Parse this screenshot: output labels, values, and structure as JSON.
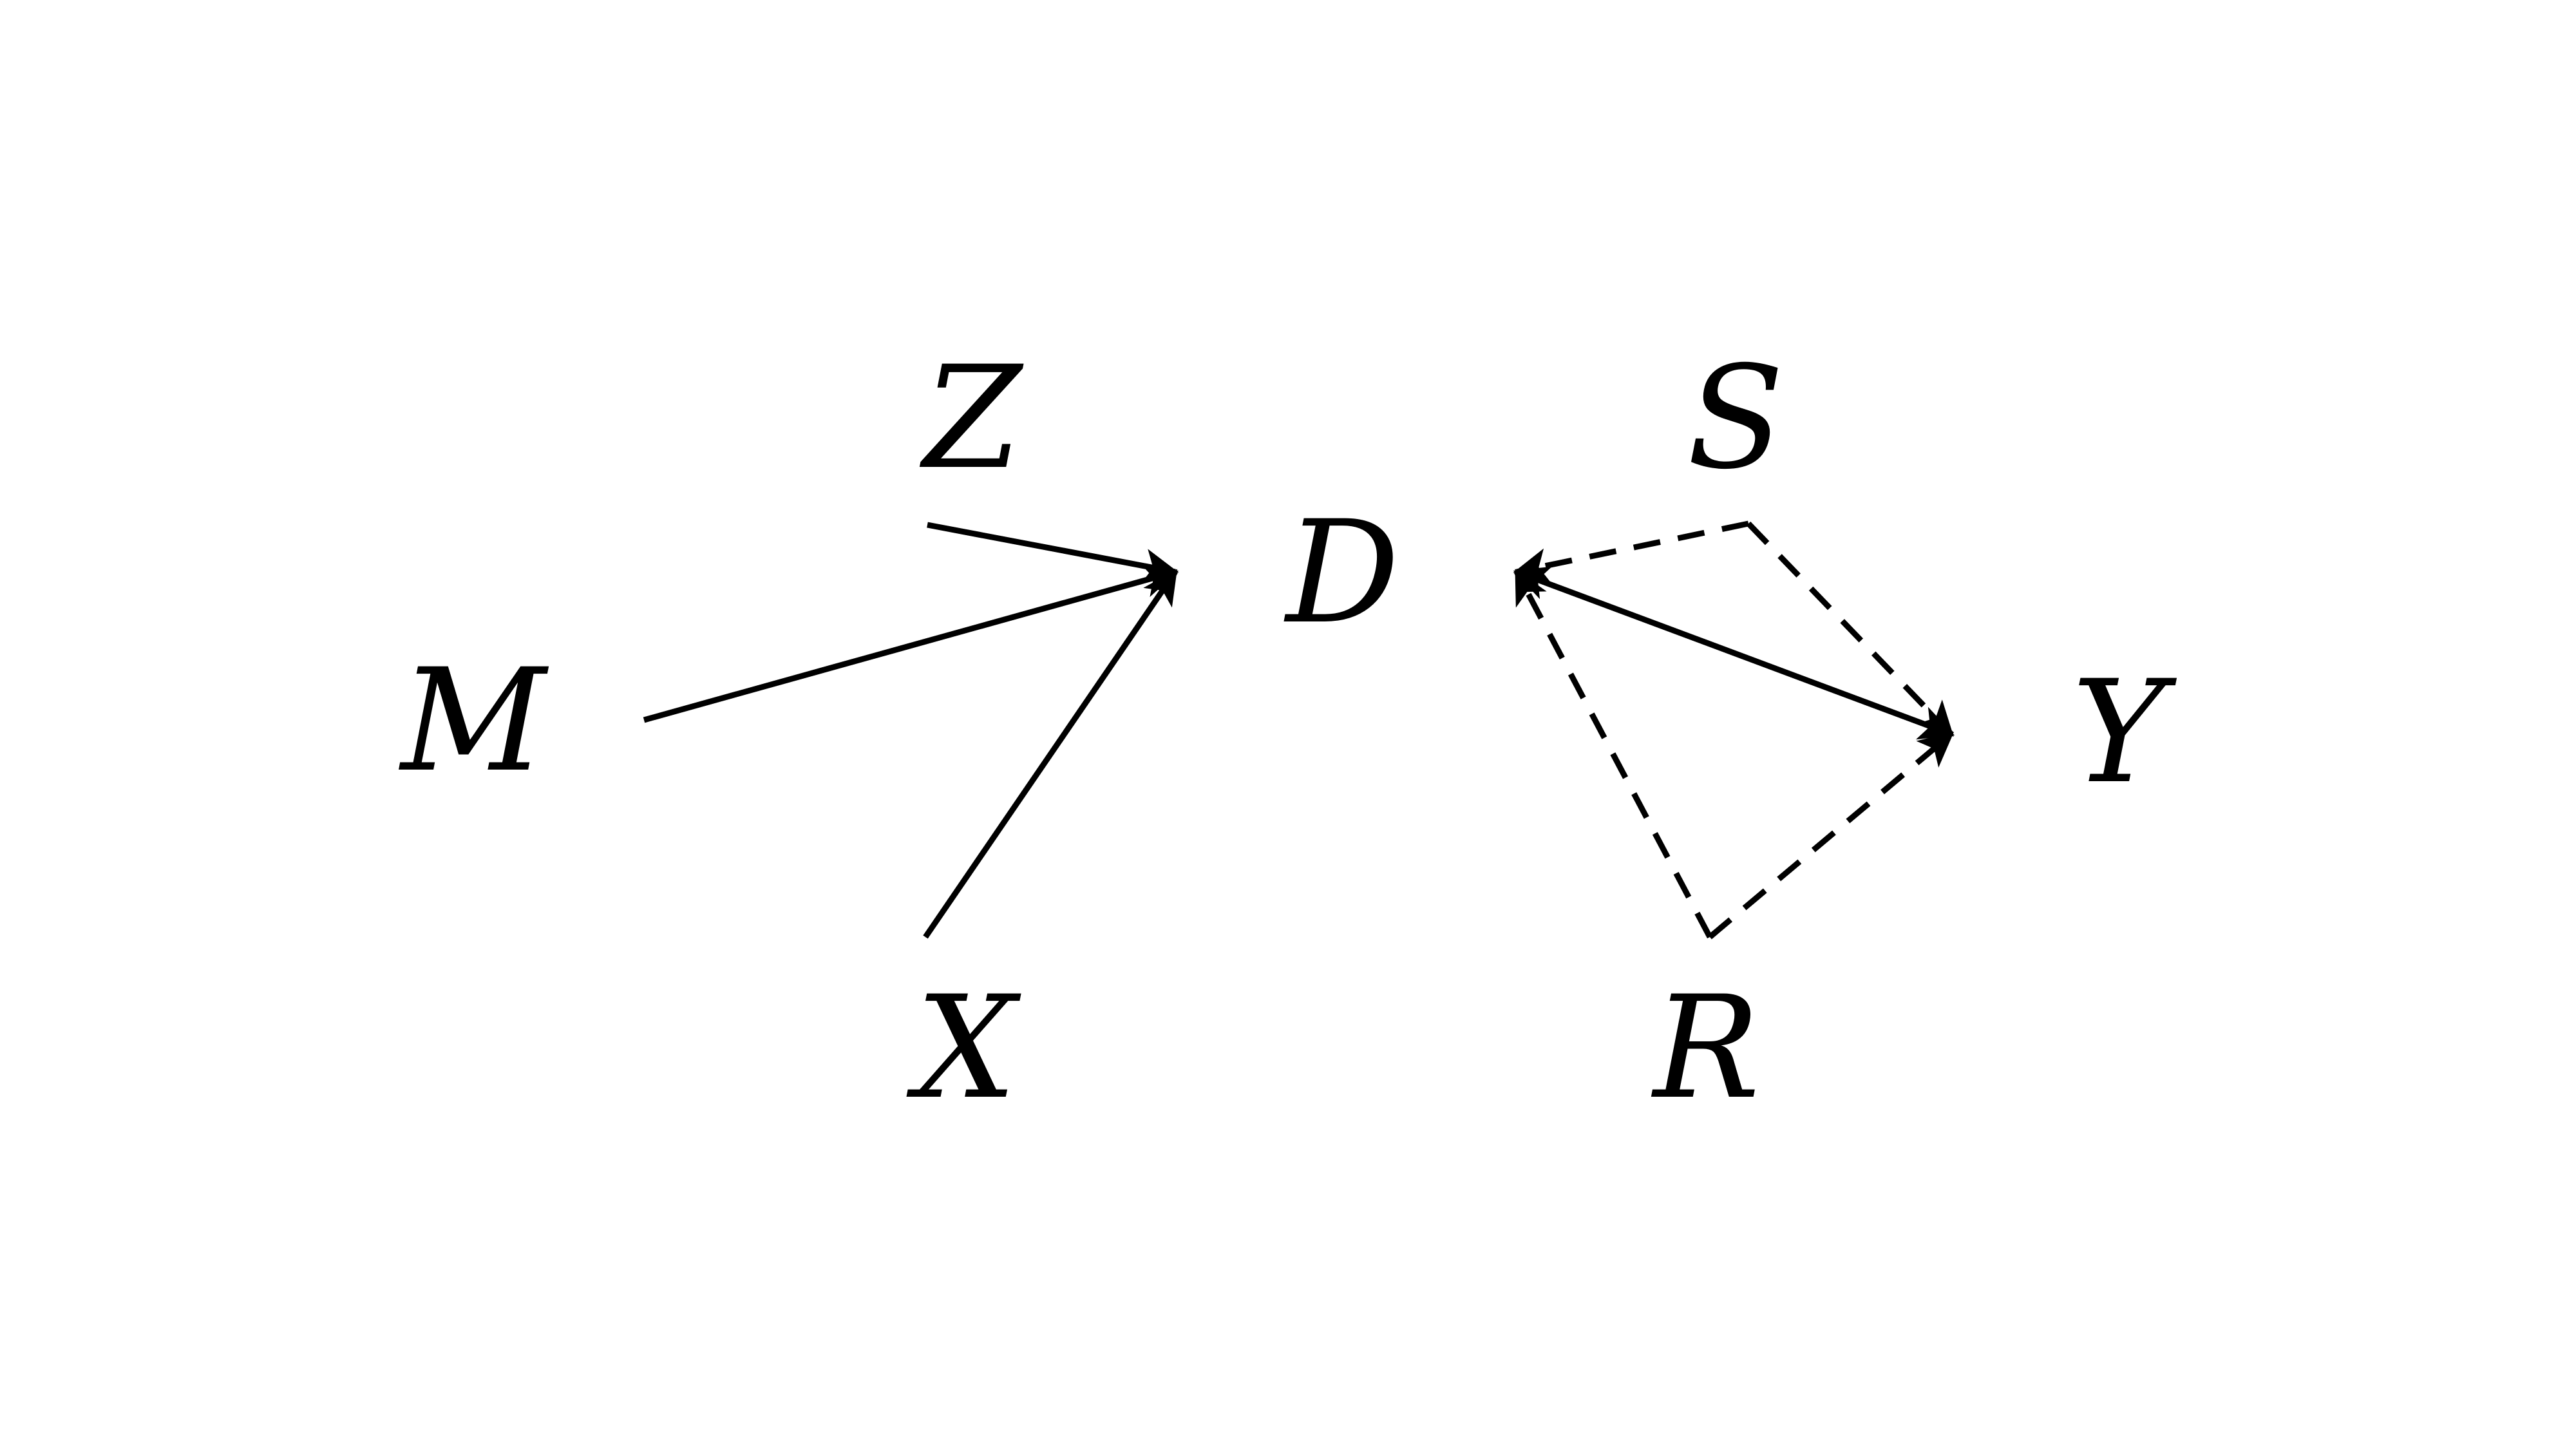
{
  "diagram": {
    "nodes": {
      "z": "Z",
      "m": "M",
      "x": "X",
      "d": "D",
      "s": "S",
      "y": "Y",
      "r": "R"
    },
    "edges": [
      {
        "from": "Z",
        "to": "D",
        "style": "solid"
      },
      {
        "from": "M",
        "to": "D",
        "style": "solid"
      },
      {
        "from": "X",
        "to": "D",
        "style": "solid"
      },
      {
        "from": "D",
        "to": "Y",
        "style": "solid",
        "bidirectional": true
      },
      {
        "from": "S",
        "to": "D",
        "style": "dashed"
      },
      {
        "from": "S",
        "to": "Y",
        "style": "dashed"
      },
      {
        "from": "R",
        "to": "D",
        "style": "dashed"
      },
      {
        "from": "R",
        "to": "Y",
        "style": "dashed"
      }
    ],
    "colors": {
      "ink": "#000000",
      "background": "#ffffff"
    }
  }
}
